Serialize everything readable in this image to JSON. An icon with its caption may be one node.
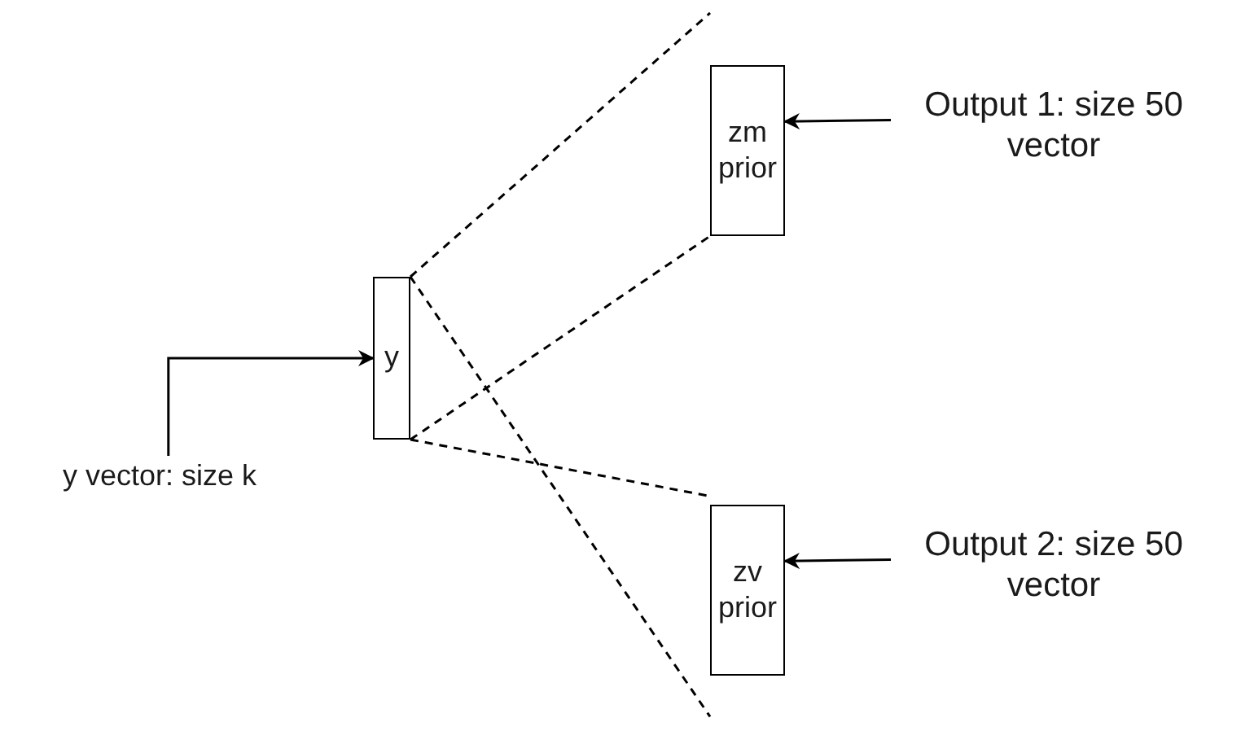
{
  "diagram": {
    "nodes": [
      {
        "text": [
          "y vector: size k"
        ]
      },
      {
        "text": [
          "y"
        ]
      },
      {
        "text": [
          "zm prior"
        ]
      },
      {
        "text": [
          "Output 1: size 50 vector"
        ]
      },
      {
        "text": [
          "zv prior"
        ]
      },
      {
        "text": [
          "Output 2: size 50 vector"
        ]
      }
    ],
    "edges": [
      {
        "from": 0,
        "to": 1,
        "arrow": "to"
      },
      {
        "from": 3,
        "to": 2,
        "arrow": "to"
      },
      {
        "from": 5,
        "to": 4,
        "arrow": "to"
      },
      {
        "from": 1,
        "to": 2,
        "arrow": "none",
        "style": "dashed"
      },
      {
        "from": 1,
        "to": 2,
        "arrow": "none",
        "style": "dashed"
      },
      {
        "from": 1,
        "to": 4,
        "arrow": "none",
        "style": "dashed"
      },
      {
        "from": 1,
        "to": 4,
        "arrow": "none",
        "style": "dashed"
      }
    ]
  }
}
